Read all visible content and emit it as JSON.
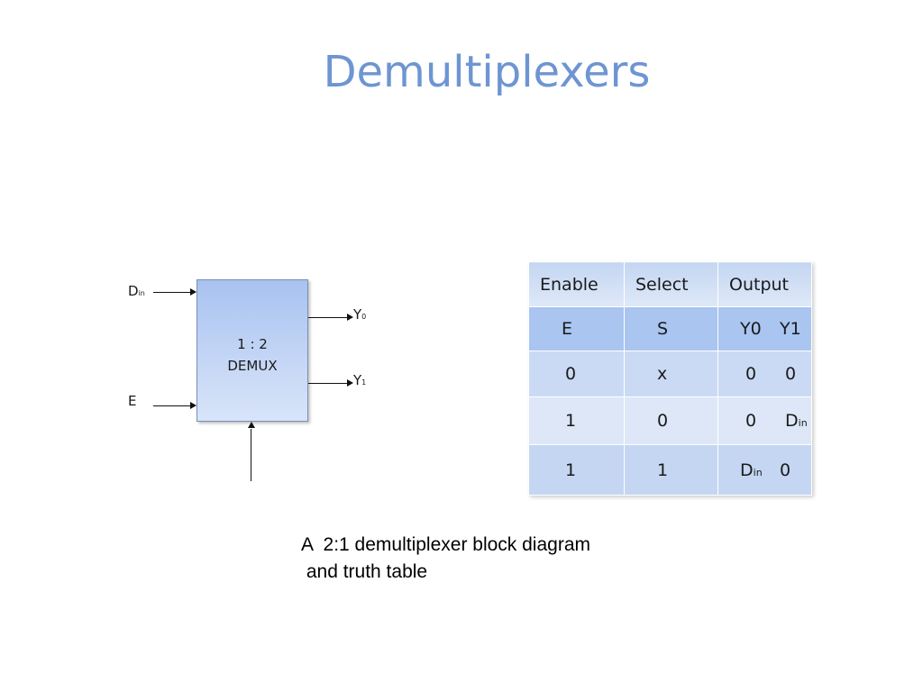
{
  "slide": {
    "title": "Demultiplexers",
    "caption_line1": "A  2:1 demultiplexer block diagram",
    "caption_line2": " and truth table"
  },
  "diagram": {
    "block_line1": "1 : 2",
    "block_line2": "DEMUX",
    "input_data_main": "D",
    "input_data_sub": "in",
    "input_enable": "E",
    "output0_main": "Y",
    "output0_sub": "0",
    "output1_main": "Y",
    "output1_sub": "1"
  },
  "truth_table": {
    "headers": [
      "Enable",
      "Select",
      "Output"
    ],
    "subheaders": [
      "E",
      "S",
      "Y0",
      "Y1"
    ],
    "rows": [
      {
        "enable": "0",
        "select": "x",
        "y0": "0",
        "y1": "0"
      },
      {
        "enable": "1",
        "select": "0",
        "y0": "0",
        "y1_main": "D",
        "y1_sub": "in"
      },
      {
        "enable": "1",
        "select": "1",
        "y0_main": "D",
        "y0_sub": "in",
        "y1": "0"
      }
    ]
  }
}
